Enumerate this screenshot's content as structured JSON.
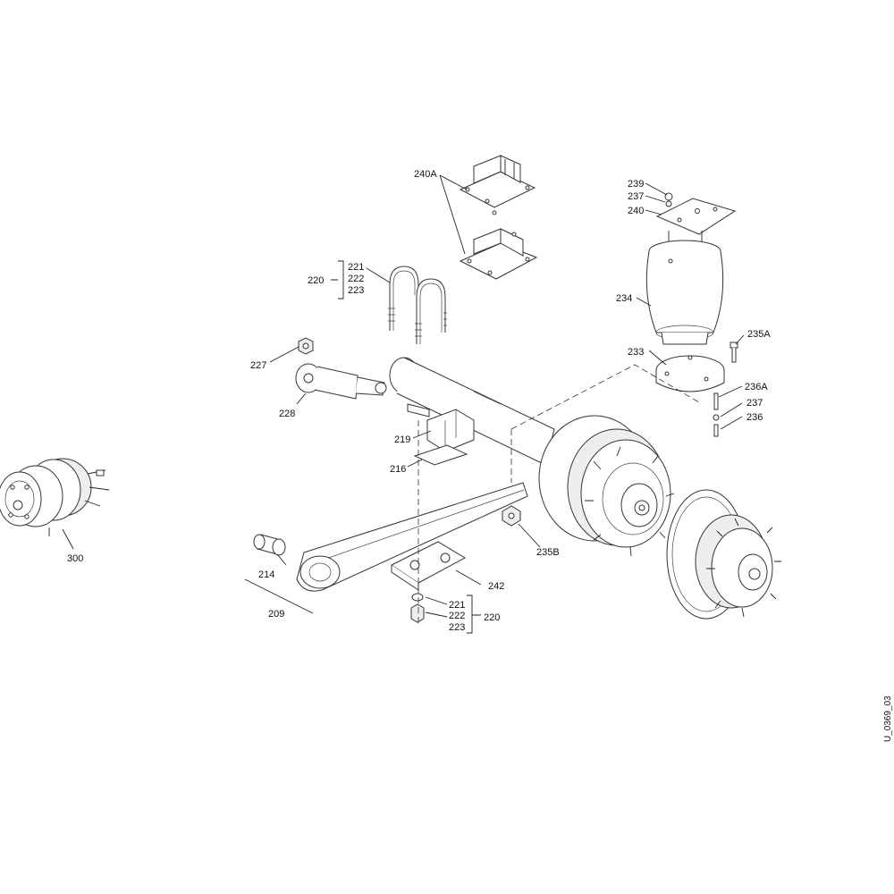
{
  "drawing_code": "U_0369_03",
  "labels": {
    "l_240A": "240A",
    "l_239": "239",
    "l_237_top": "237",
    "l_240": "240",
    "l_220_top": "220",
    "l_221_top": "221",
    "l_222_top": "222",
    "l_223_top": "223",
    "l_234": "234",
    "l_235A": "235A",
    "l_233": "233",
    "l_227": "227",
    "l_228": "228",
    "l_236A": "236A",
    "l_237_mid": "237",
    "l_236": "236",
    "l_219": "219",
    "l_216": "216",
    "l_300": "300",
    "l_235B": "235B",
    "l_214": "214",
    "l_242": "242",
    "l_209": "209",
    "l_221_bot": "221",
    "l_222_bot": "222",
    "l_223_bot": "223",
    "l_220_bot": "220"
  }
}
